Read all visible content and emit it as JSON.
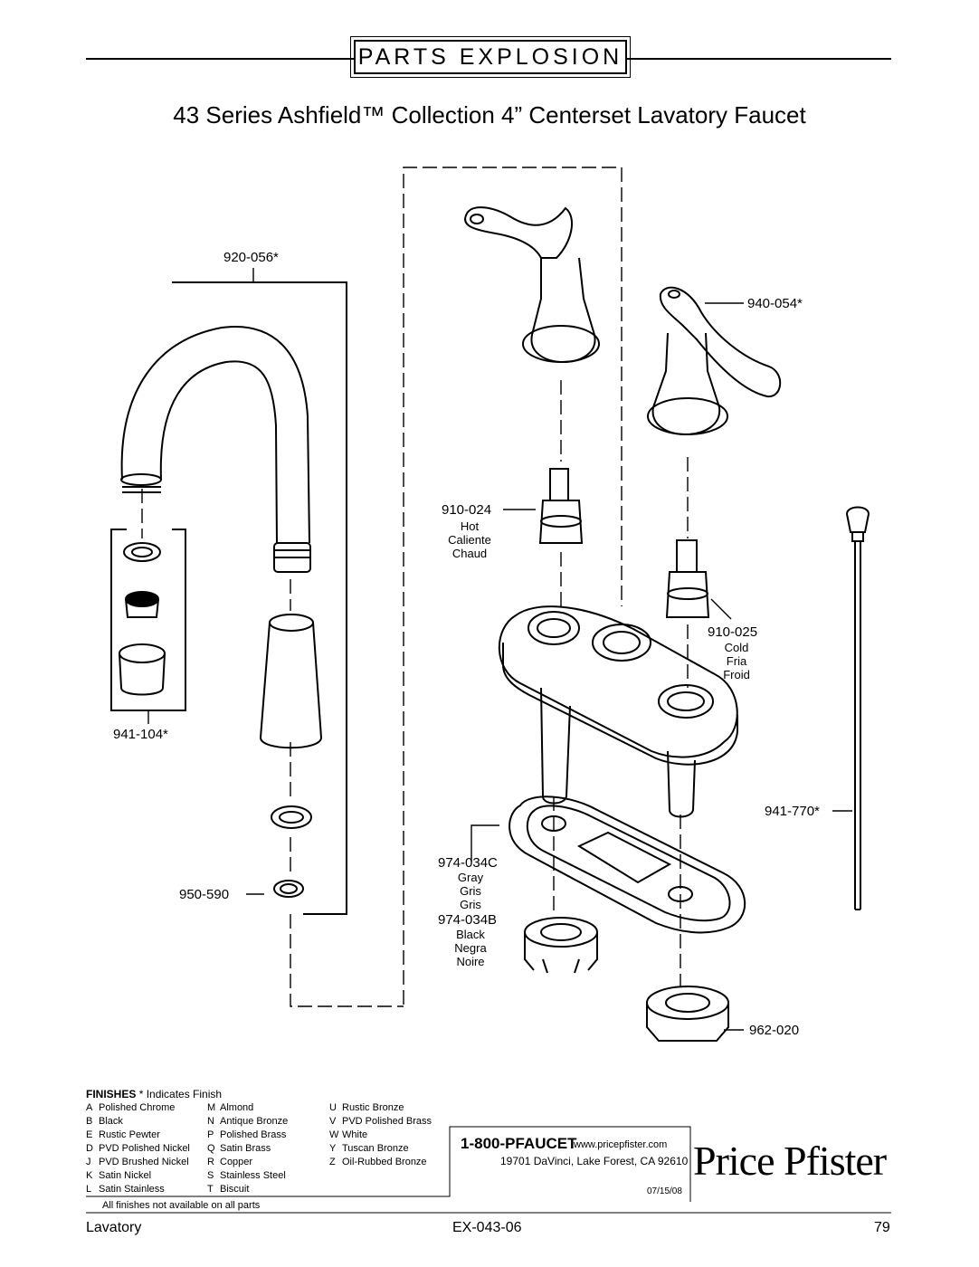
{
  "header": {
    "box_label": "PARTS EXPLOSION"
  },
  "title": "43 Series Ashfield™ Collection 4” Centerset Lavatory Faucet",
  "parts": {
    "spout": "920-056*",
    "handle": "940-054*",
    "aerator": "941-104*",
    "hot_cartridge": {
      "number": "910-024",
      "names": [
        "Hot",
        "Caliente",
        "Chaud"
      ]
    },
    "cold_cartridge": {
      "number": "910-025",
      "names": [
        "Cold",
        "Fria",
        "Froid"
      ]
    },
    "pop_up_rod": "941-770*",
    "gasket_c": {
      "number": "974-034C",
      "names": [
        "Gray",
        "Gris",
        "Gris"
      ]
    },
    "gasket_b": {
      "number": "974-034B",
      "names": [
        "Black",
        "Negra",
        "Noire"
      ]
    },
    "o_ring": "950-590",
    "locknut": "962-020"
  },
  "finishes": {
    "heading": "FINISHES",
    "heading_note": "* Indicates Finish",
    "columns": [
      [
        {
          "code": "A",
          "name": "Polished Chrome"
        },
        {
          "code": "B",
          "name": "Black"
        },
        {
          "code": "E",
          "name": "Rustic Pewter"
        },
        {
          "code": "D",
          "name": "PVD Polished Nickel"
        },
        {
          "code": "J",
          "name": "PVD Brushed Nickel"
        },
        {
          "code": "K",
          "name": "Satin Nickel"
        },
        {
          "code": "L",
          "name": "Satin Stainless"
        }
      ],
      [
        {
          "code": "M",
          "name": "Almond"
        },
        {
          "code": "N",
          "name": "Antique Bronze"
        },
        {
          "code": "P",
          "name": "Polished Brass"
        },
        {
          "code": "Q",
          "name": "Satin Brass"
        },
        {
          "code": "R",
          "name": "Copper"
        },
        {
          "code": "S",
          "name": "Stainless Steel"
        },
        {
          "code": "T",
          "name": "Biscuit"
        }
      ],
      [
        {
          "code": "U",
          "name": "Rustic Bronze"
        },
        {
          "code": "V",
          "name": "PVD Polished Brass"
        },
        {
          "code": "W",
          "name": "White"
        },
        {
          "code": "Y",
          "name": "Tuscan Bronze"
        },
        {
          "code": "Z",
          "name": "Oil-Rubbed Bronze"
        }
      ]
    ],
    "note": "All finishes not available on all parts"
  },
  "contact": {
    "phone": "1-800-PFAUCET",
    "website": "www.pricepfister.com",
    "address": "19701 DaVinci, Lake Forest, CA 92610",
    "date": "07/15/08"
  },
  "brand": "Price Pfister",
  "footer": {
    "category": "Lavatory",
    "doc_number": "EX-043-06",
    "page": "79"
  }
}
